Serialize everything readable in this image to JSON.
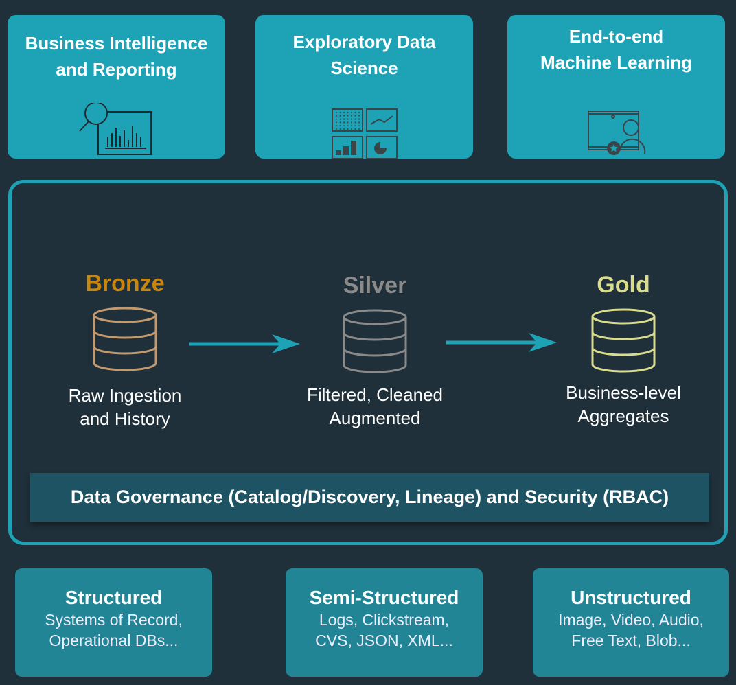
{
  "workloads": [
    {
      "title_line1": "Business Intelligence",
      "title_line2": "and Reporting",
      "icon": "magnifier-chart-icon"
    },
    {
      "title_line1": "Exploratory Data",
      "title_line2": "Science",
      "icon": "dashboard-grid-icon"
    },
    {
      "title_line1": "End-to-end",
      "title_line2": "Machine Learning",
      "icon": "presenter-board-icon"
    }
  ],
  "layers": [
    {
      "name": "Bronze",
      "desc_line1": "Raw Ingestion",
      "desc_line2": "and History",
      "color": "#c8860f",
      "icon_color": "#c49a6c"
    },
    {
      "name": "Silver",
      "desc_line1": "Filtered, Cleaned",
      "desc_line2": "Augmented",
      "color": "#8a8a8a",
      "icon_color": "#8a8a8a"
    },
    {
      "name": "Gold",
      "desc_line1": "Business-level",
      "desc_line2": "Aggregates",
      "color": "#d9dc8c",
      "icon_color": "#d9dc8c"
    }
  ],
  "governance": "Data Governance (Catalog/Discovery, Lineage) and Security (RBAC)",
  "sources": [
    {
      "title": "Structured",
      "desc_line1": "Systems of Record,",
      "desc_line2": "Operational DBs..."
    },
    {
      "title": "Semi-Structured",
      "desc_line1": "Logs, Clickstream,",
      "desc_line2": "CVS, JSON, XML..."
    },
    {
      "title": "Unstructured",
      "desc_line1": "Image, Video, Audio,",
      "desc_line2": "Free Text, Blob..."
    }
  ],
  "colors": {
    "accent": "#1ea3b6",
    "background": "#1f303a",
    "governance": "#1e5364",
    "source_card": "#218595"
  }
}
